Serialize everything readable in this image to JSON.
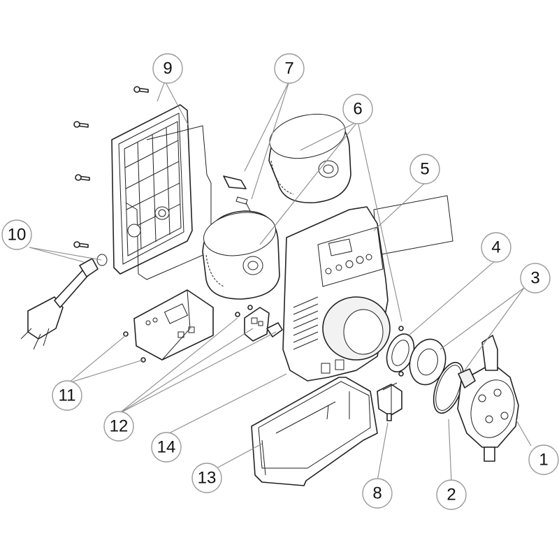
{
  "callouts": {
    "c1": "1",
    "c2": "2",
    "c3": "3",
    "c4": "4",
    "c5": "5",
    "c6": "6",
    "c7": "7",
    "c8": "8",
    "c9": "9",
    "c10": "10",
    "c11": "11",
    "c12": "12",
    "c13": "13",
    "c14": "14"
  },
  "colors": {
    "line": "#222222",
    "callout_ring": "#9a9a9a",
    "background": "#ffffff"
  }
}
